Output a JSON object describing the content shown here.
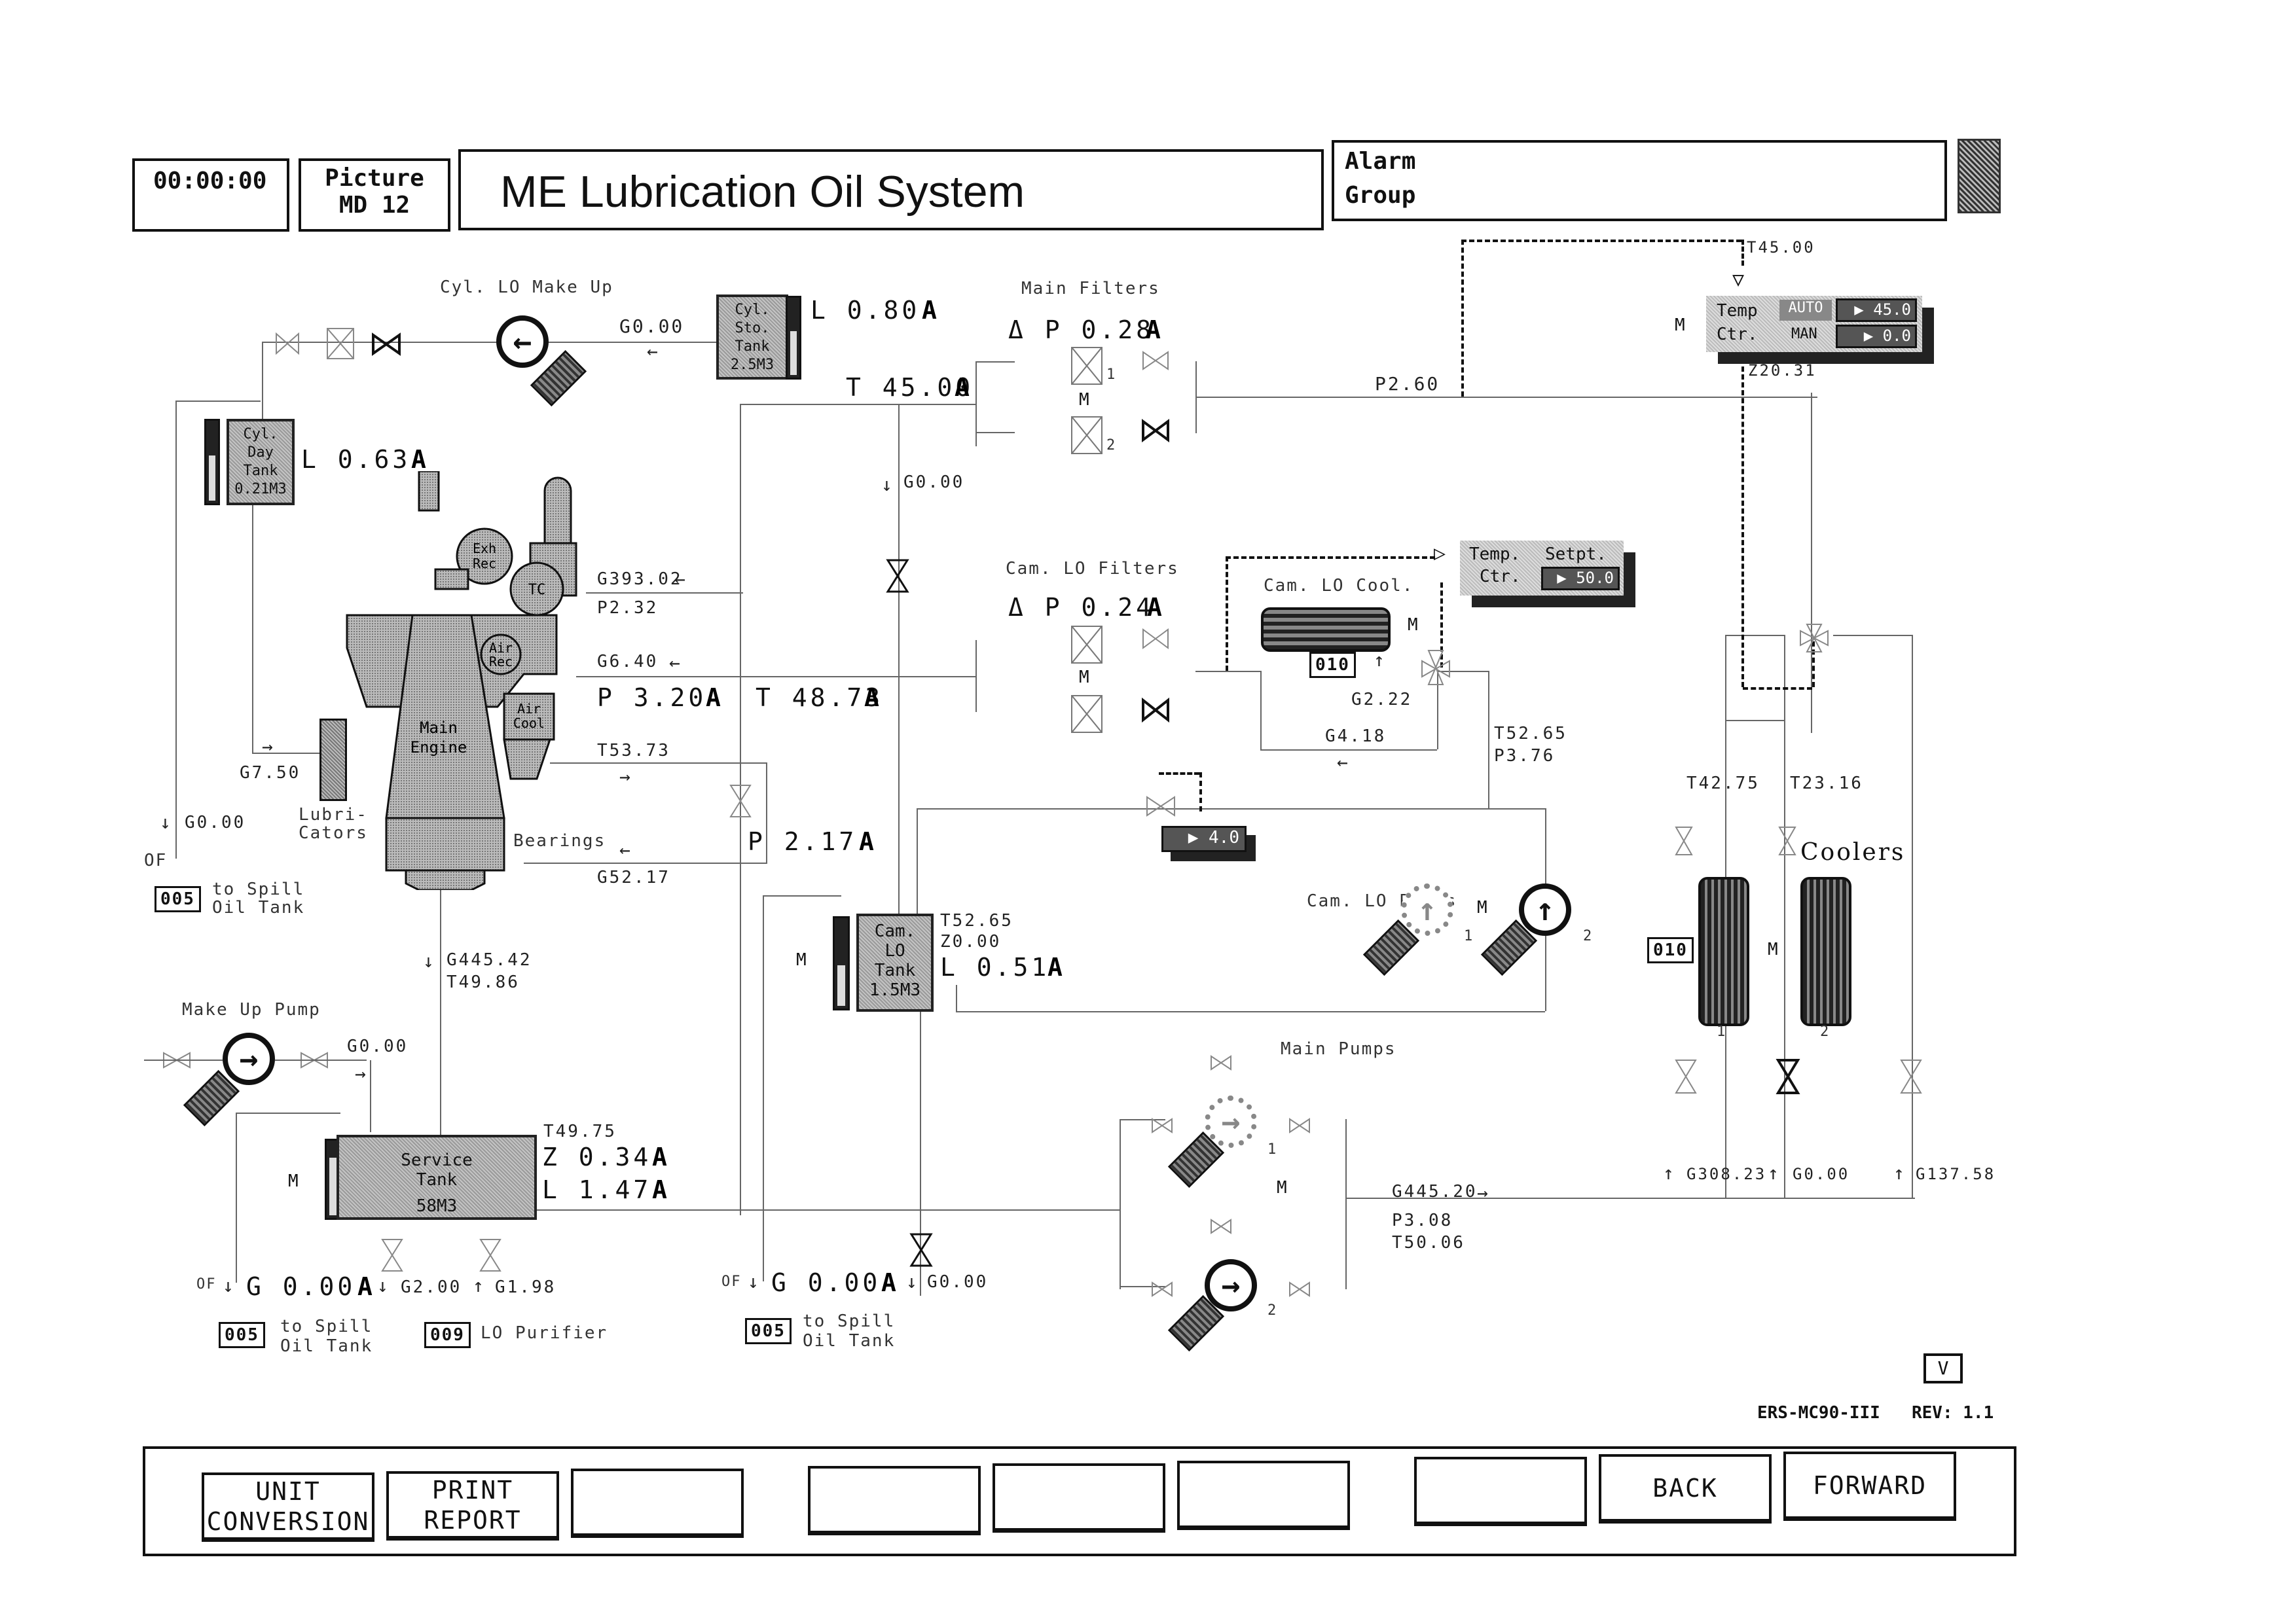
{
  "header": {
    "clock": "00:00:00",
    "picture_label": "Picture",
    "picture_id": "MD 12",
    "title": "ME Lubrication Oil System",
    "alarm_label": "Alarm",
    "group_label": "Group",
    "logo_icon": "crest-logo-icon"
  },
  "cyl_lo_makeup": {
    "label": "Cyl. LO Make Up",
    "flow": "G0.00",
    "sto_tank": {
      "label_lines": [
        "Cyl.",
        "Sto.",
        "Tank",
        "2.5M3"
      ],
      "level": "L 0.80",
      "alarm": "A",
      "level_fraction": 0.55
    },
    "day_tank": {
      "label_lines": [
        "Cyl.",
        "Day",
        "Tank",
        "0.21M3"
      ],
      "level": "L 0.63",
      "alarm": "A",
      "level_fraction": 0.55
    }
  },
  "main_filters": {
    "label": "Main Filters",
    "dp": "Δ P 0.28",
    "dp_alarm": "A",
    "inlet_temp": "T 45.00",
    "inlet_temp_alarm": "A",
    "mode": "M",
    "filter1": "1",
    "filter2": "2",
    "outlet_pressure": "P2.60"
  },
  "temp_ctrl": {
    "setpoint_signal": "T45.00",
    "label_line1": "Temp",
    "label_line2": "Ctr.",
    "mode": "M",
    "auto_label": "AUTO",
    "auto_value": "45.0",
    "man_label": "MAN",
    "man_value": "0.0",
    "valve_pos": "Z20.31"
  },
  "engine": {
    "label_lines": [
      "Main",
      "Engine"
    ],
    "exh_rec": "Exh Rec",
    "tc": "TC",
    "air_rec": "Air Rec",
    "air_cool": "Air Cool",
    "tc_flow": "G393.02",
    "tc_pressure": "P2.32",
    "crosshead_flow": "G6.40",
    "main_pressure": "P 3.20",
    "main_pressure_alarm": "A",
    "main_temp": "T 48.73",
    "main_temp_alarm": "A",
    "outlet_temp": "T53.73",
    "bearings_label": "Bearings",
    "bearings_flow": "G52.17",
    "bearings_pressure": "P 2.17",
    "bearings_pressure_alarm": "A",
    "drain_flow": "G445.42",
    "drain_temp": "T49.86",
    "cam_supply_flow": "G0.00"
  },
  "lubricators": {
    "label_lines": [
      "Lubri-",
      "Cators"
    ],
    "flow": "G7.50",
    "overflow_flow": "G0.00",
    "of_label": "OF",
    "spill_tag": "005",
    "spill_label_lines": [
      "to Spill",
      "Oil Tank"
    ]
  },
  "cam_lo": {
    "filters_label": "Cam. LO Filters",
    "filters_dp": "Δ P 0.24",
    "filters_dp_alarm": "A",
    "filters_mode": "M",
    "cooler_label": "Cam. LO Cool.",
    "cooler_tag": "010",
    "cooler_mode": "M",
    "cooler_sw_flow": "G2.22",
    "bypass_flow": "G4.18",
    "ctrl_label_line1": "Temp.",
    "ctrl_label_line2": "Ctr.",
    "ctrl_setpt_label": "Setpt.",
    "ctrl_setpt_value": "50.0",
    "pump_out_temp": "T52.65",
    "pump_out_pressure": "P3.76",
    "bypass_valve_value": "4.0",
    "pumps_label": "Cam. LO Pumps",
    "pumps_mode": "M",
    "pump1": "1",
    "pump2": "2",
    "tank_label_lines": [
      "Cam.",
      "LO",
      "Tank",
      "1.5M3"
    ],
    "tank_mode": "M",
    "tank_temp": "T52.65",
    "tank_heater": "Z0.00",
    "tank_level": "L 0.51",
    "tank_level_alarm": "A",
    "tank_level_fraction": 0.45,
    "drain_of_label": "OF",
    "drain_flow": "G 0.00",
    "drain_alarm": "A",
    "drain_flow2": "G0.00",
    "spill_tag": "005",
    "spill_label_lines": [
      "to Spill",
      "Oil Tank"
    ]
  },
  "makeup_pump": {
    "label": "Make Up Pump",
    "flow": "G0.00"
  },
  "service_tank": {
    "label_lines": [
      "Service",
      "Tank",
      "58M3"
    ],
    "mode": "M",
    "temp": "T49.75",
    "heater": "Z 0.34",
    "heater_alarm": "A",
    "level": "L 1.47",
    "level_alarm": "A",
    "level_fraction": 0.75,
    "of_label": "OF",
    "overflow": "G 0.00",
    "overflow_alarm": "A",
    "purifier_out": "G2.00",
    "purifier_in": "G1.98",
    "spill_tag": "005",
    "spill_label_lines": [
      "to Spill",
      "Oil Tank"
    ],
    "purifier_tag": "009",
    "purifier_label": "LO Purifier"
  },
  "main_pumps": {
    "label": "Main Pumps",
    "mode": "M",
    "pump1": "1",
    "pump2": "2",
    "flow": "G445.20",
    "pressure": "P3.08",
    "temp": "T50.06"
  },
  "coolers": {
    "label": "Coolers",
    "inlet_temp": "T42.75",
    "sw_temp": "T23.16",
    "tag": "010",
    "mode": "M",
    "cooler1": "1",
    "cooler2": "2",
    "flow1": "G308.23",
    "flow2": "G0.00",
    "bypass_flow": "G137.58"
  },
  "footer": {
    "v_button": "V",
    "system": "ERS-MC90-III",
    "rev": "REV: 1.1",
    "fkeys": [
      {
        "lines": [
          "UNIT",
          "CONVERSION"
        ]
      },
      {
        "lines": [
          "PRINT",
          "REPORT"
        ]
      },
      {
        "lines": [
          "",
          ""
        ]
      },
      {
        "lines": [
          "",
          ""
        ]
      },
      {
        "lines": [
          "",
          ""
        ]
      },
      {
        "lines": [
          "",
          ""
        ]
      },
      {
        "lines": [
          "",
          ""
        ]
      },
      {
        "lines": [
          "BACK",
          ""
        ]
      },
      {
        "lines": [
          "FORWARD",
          ""
        ]
      }
    ]
  }
}
